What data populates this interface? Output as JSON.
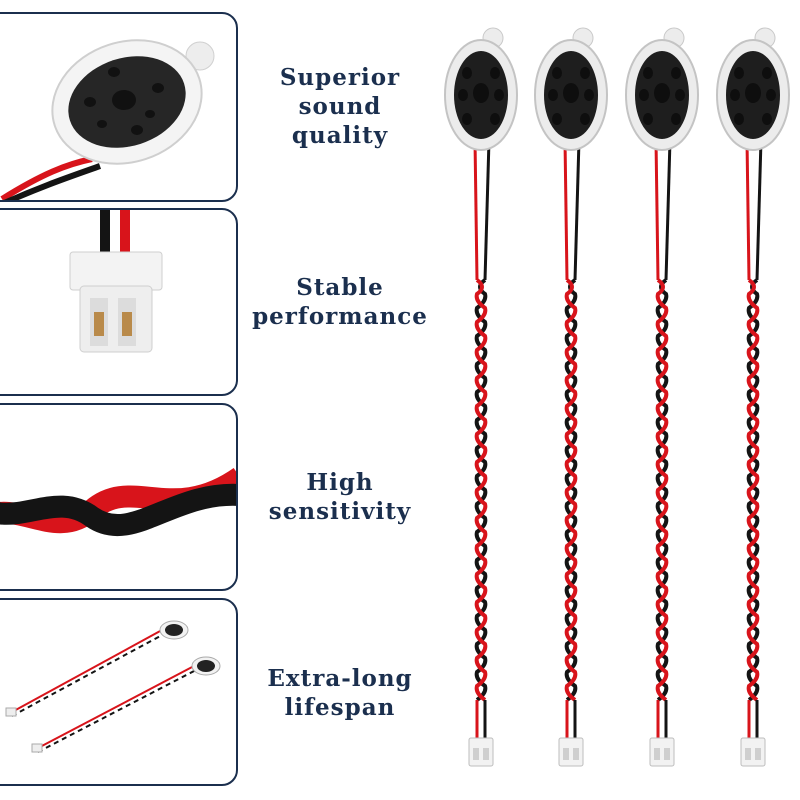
{
  "features": [
    {
      "line1": "Superior",
      "line2": "sound",
      "line3": "quality"
    },
    {
      "line1": "Stable",
      "line2": "performance"
    },
    {
      "line1": "High",
      "line2": "sensitivity"
    },
    {
      "line1": "Extra-long",
      "line2": "lifespan"
    }
  ],
  "colors": {
    "frame": "#1b2f4e",
    "wire_red": "#d8141b",
    "wire_black": "#141414",
    "speaker_body": "#1e1e1e",
    "speaker_rim": "#ececec",
    "connector": "#f2f2f2"
  },
  "product": {
    "speaker_count": 4
  }
}
